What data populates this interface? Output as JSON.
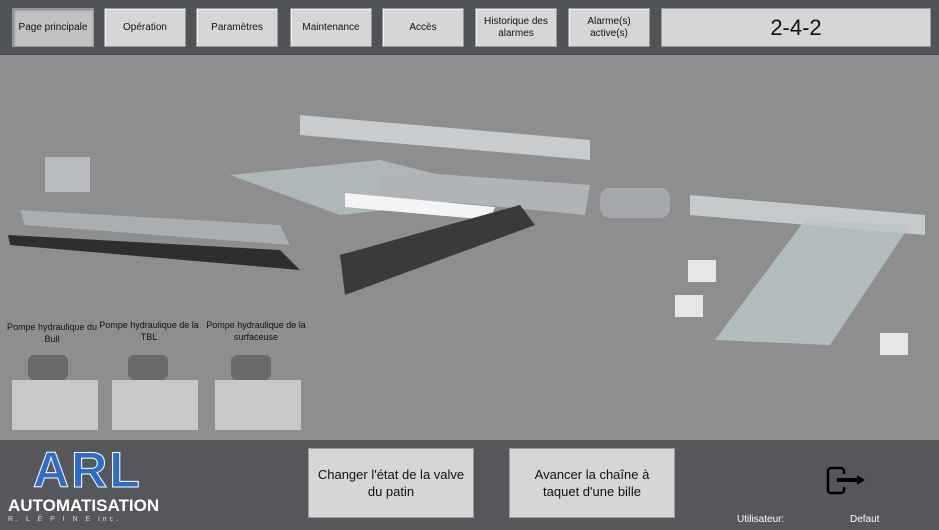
{
  "nav": [
    {
      "label": "Page principale",
      "active": true
    },
    {
      "label": "Opération"
    },
    {
      "label": "Paramètres"
    },
    {
      "label": "Maintenance"
    },
    {
      "label": "Accès"
    },
    {
      "label": "Historique des alarmes"
    },
    {
      "label": "Alarme(s) active(s)"
    }
  ],
  "code": "2-4-2",
  "pumps": [
    {
      "label": "Pompe hydraulique du Bull"
    },
    {
      "label": "Pompe hydraulique de la TBL"
    },
    {
      "label": "Pompe hydraulique de la surfaceuse"
    }
  ],
  "logo": {
    "main": "ARL",
    "sub": "AUTOMATISATION",
    "tag": "R. L É P I N E inc."
  },
  "actions": {
    "valve": "Changer l'état de la valve du patin",
    "chain": "Avancer la chaîne à taquet d'une bille"
  },
  "user": {
    "label": "Utilisateur:",
    "value": "Defaut"
  },
  "icons": {
    "logout": "logout-icon"
  }
}
